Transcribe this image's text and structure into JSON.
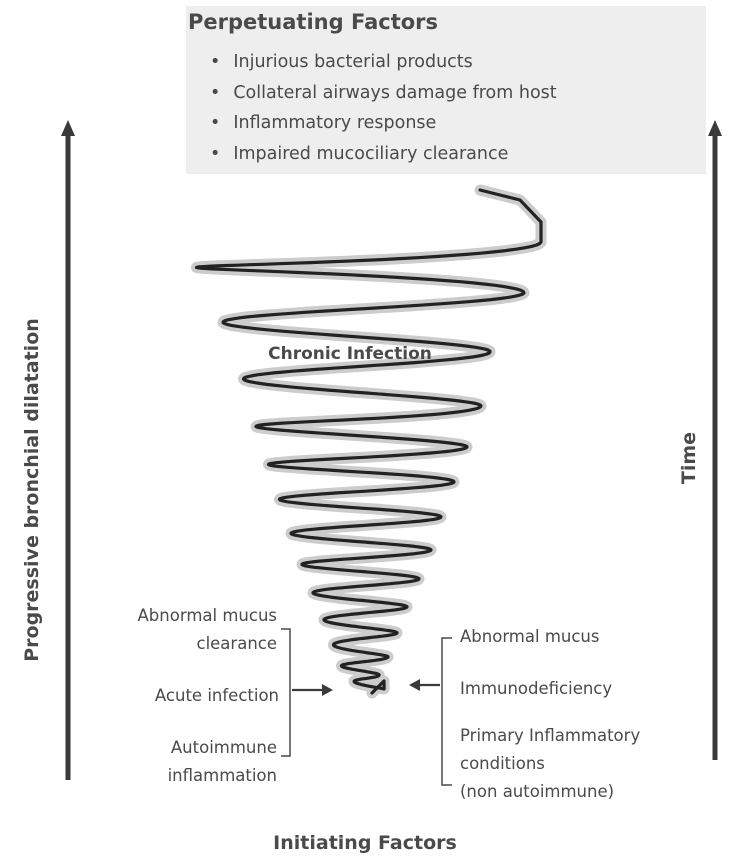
{
  "perpetuating": {
    "title": "Perpetuating Factors",
    "items": [
      "Injurious bacterial products",
      "Collateral airways damage from host",
      "Inflammatory response",
      "Impaired mucociliary clearance"
    ]
  },
  "center_label": "Chronic Infection",
  "left_axis_label": "Progressive bronchial dilatation",
  "right_axis_label": "Time",
  "bottom_label": "Initiating Factors",
  "left_factors": {
    "abnormal_mucus_clearance": [
      "Abnormal mucus",
      "clearance"
    ],
    "acute_infection": "Acute infection",
    "autoimmune": [
      "Autoimmune",
      "inflammation"
    ]
  },
  "right_factors": {
    "abnormal_mucus": "Abnormal mucus",
    "immunodeficiency": "Immunodeficiency",
    "primary_inflammatory": [
      "Primary Inflammatory",
      "conditions",
      "(non autoimmune)"
    ]
  },
  "colors": {
    "text": "#4a4a4a",
    "box": "#eeeeee",
    "spiral": "#222222",
    "spiral_shadow": "#cccccc",
    "arrows": "#3a3a3a"
  }
}
